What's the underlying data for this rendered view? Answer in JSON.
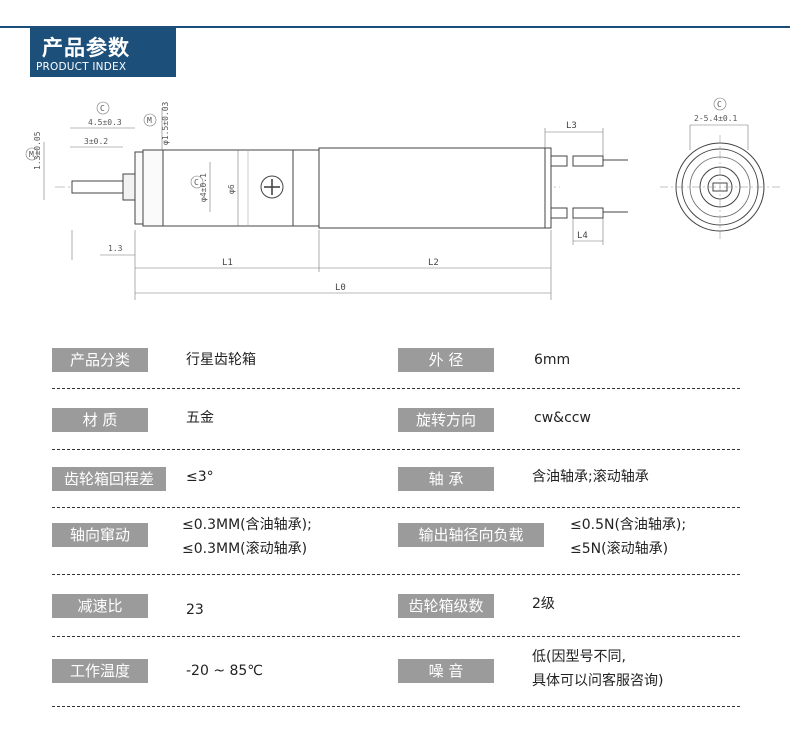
{
  "header": {
    "title_zh": "产品参数",
    "title_en": "PRODUCT INDEX"
  },
  "drawing": {
    "dims": {
      "d_4_5": "4.5±0.3",
      "d_3": "3±0.2",
      "d_1_3_left": "1.3±0.05",
      "d_phi15": "φ1.5±0.03",
      "d_phi4": "φ4±0.1",
      "d_phi6": "φ6",
      "d_1_3": "1.3",
      "L1": "L1",
      "L2": "L2",
      "L0": "L0",
      "L3": "L3",
      "L4": "L4",
      "d_2_5_4": "2-5.4±0.1",
      "c_marks": [
        "C",
        "M",
        "C",
        "C",
        "M"
      ]
    }
  },
  "specs": [
    {
      "left_label": "产品分类",
      "left_value": [
        "行星齿轮箱"
      ],
      "right_label": "外  径",
      "right_value": [
        "6mm"
      ]
    },
    {
      "left_label": "材  质",
      "left_value": [
        "五金"
      ],
      "right_label": "旋转方向",
      "right_value": [
        "cw&ccw"
      ]
    },
    {
      "left_label": "齿轮箱回程差",
      "left_value": [
        "≤3°"
      ],
      "right_label": "轴  承",
      "right_value": [
        "含油轴承;滚动轴承"
      ]
    },
    {
      "left_label": "轴向窜动",
      "left_value": [
        "≤0.3MM(含油轴承);",
        "≤0.3MM(滚动轴承)"
      ],
      "right_label": "输出轴径向负载",
      "right_value": [
        "≤0.5N(含油轴承);",
        "≤5N(滚动轴承)"
      ]
    },
    {
      "left_label": "减速比",
      "left_value": [
        "23"
      ],
      "right_label": "齿轮箱级数",
      "right_value": [
        "2级"
      ]
    },
    {
      "left_label": "工作温度",
      "left_value": [
        "-20 ~ 85℃"
      ],
      "right_label": "噪  音",
      "right_value": [
        "低(因型号不同,",
        "具体可以问客服咨询)"
      ]
    }
  ]
}
